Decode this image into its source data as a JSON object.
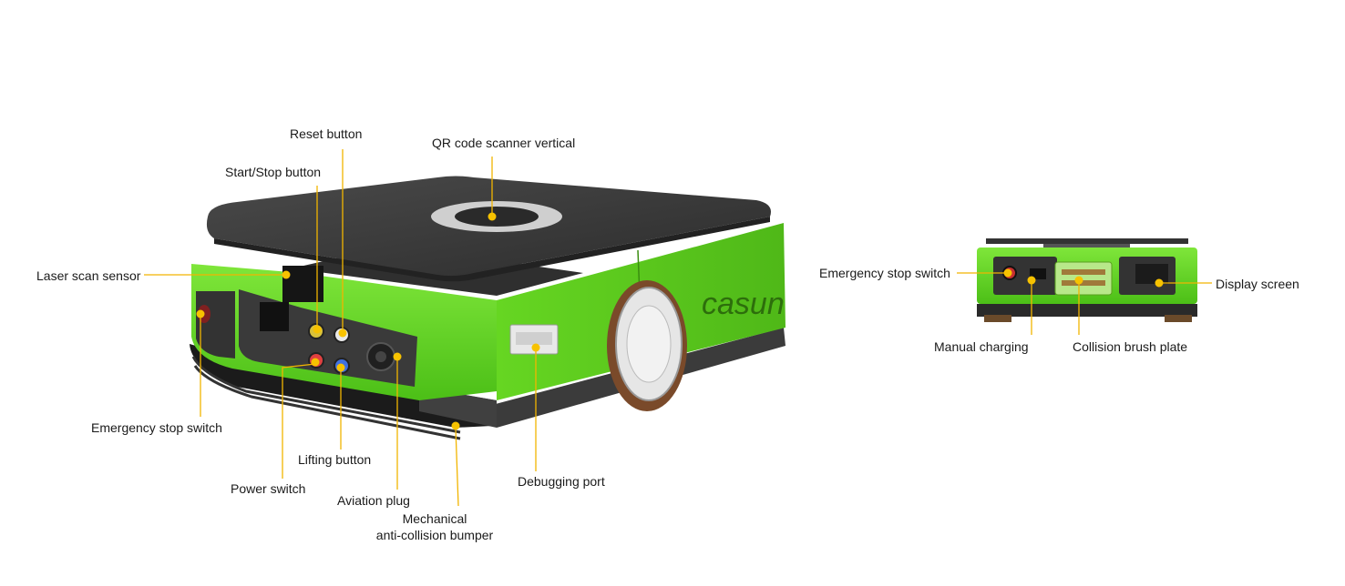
{
  "colors": {
    "body_green": "#6fdd2a",
    "callout_line": "#f2b500",
    "callout_dot": "#f7c200",
    "top_plate": "#3a3a3a",
    "label_text": "#1a1a1a"
  },
  "brand": "casun",
  "labels": {
    "reset_button": "Reset button",
    "qr_scanner": "QR code scanner vertical",
    "start_stop_button": "Start/Stop button",
    "laser_scan_sensor": "Laser scan sensor",
    "emergency_stop_left": "Emergency stop switch",
    "lifting_button": "Lifting button",
    "power_switch": "Power switch",
    "aviation_plug": "Aviation plug",
    "debugging_port": "Debugging port",
    "bumper_line1": "Mechanical",
    "bumper_line2": "anti-collision bumper",
    "emergency_stop_right": "Emergency stop switch",
    "display_screen": "Display screen",
    "manual_charging": "Manual charging",
    "collision_brush_plate": "Collision brush plate"
  }
}
